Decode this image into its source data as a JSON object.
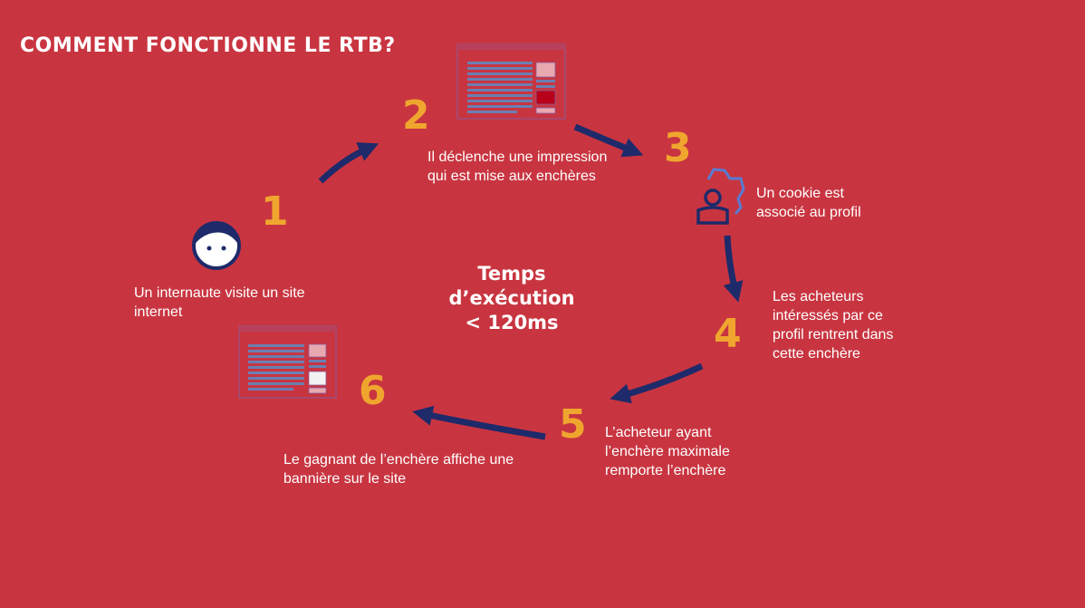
{
  "title": "COMMENT FONCTIONNE LE RTB?",
  "center": {
    "line1": "Temps",
    "line2": "d’exécution",
    "line3": "< 120ms"
  },
  "steps": [
    {
      "number": "1",
      "text": "Un internaute visite un site internet"
    },
    {
      "number": "2",
      "text": "Il déclenche une impression qui est mise aux enchères"
    },
    {
      "number": "3",
      "text": "Un cookie est associé au profil"
    },
    {
      "number": "4",
      "text": "Les acheteurs intéressés par ce profil rentrent dans cette enchère"
    },
    {
      "number": "5",
      "text": "L’acheteur ayant l’enchère maximale remporte l’enchère"
    },
    {
      "number": "6",
      "text": "Le gagnant de l’enchère affiche une bannière sur le site"
    }
  ],
  "colors": {
    "background": "#c83540",
    "number": "#f0a62e",
    "arrow": "#1e2a6a",
    "icon": "#1e2a6a"
  },
  "icons": [
    "user-face-icon",
    "webpage-icon",
    "user-gear-icon",
    "webpage-banner-icon"
  ]
}
